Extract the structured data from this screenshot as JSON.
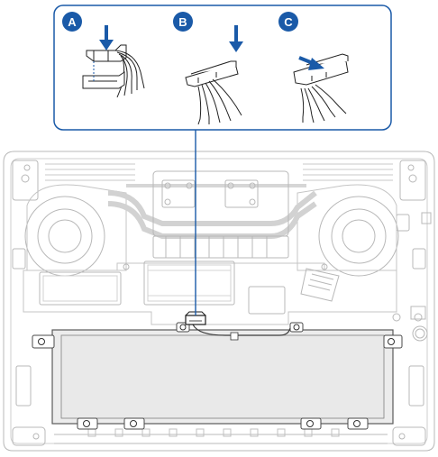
{
  "callout": {
    "steps": [
      {
        "label": "A",
        "action": "press-down-insert"
      },
      {
        "label": "B",
        "action": "press-down"
      },
      {
        "label": "C",
        "action": "slide-in"
      }
    ]
  },
  "colors": {
    "accent": "#1a5aa8",
    "arrow": "#1a5aa8",
    "line": "#5a5a5a",
    "light_line": "#b4b4b4",
    "battery_fill": "#e9e9e9",
    "connector_fill": "#ffffff"
  },
  "icons": [
    "connector-press-icon",
    "connector-press-icon",
    "connector-slide-icon"
  ]
}
